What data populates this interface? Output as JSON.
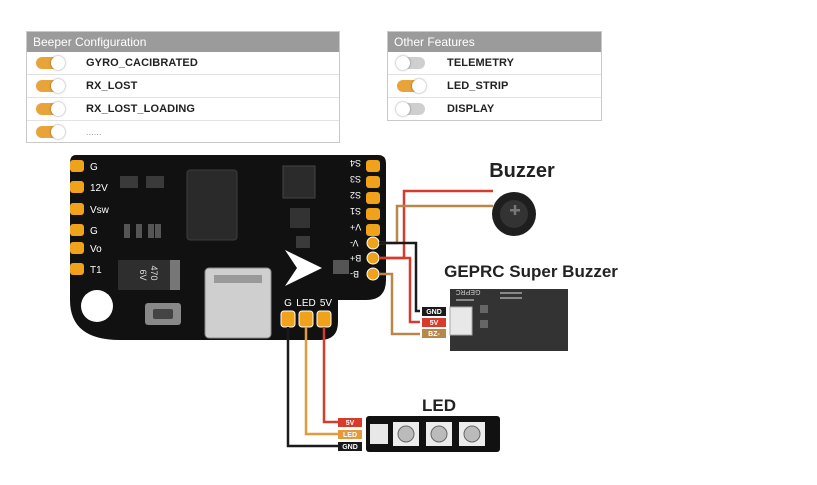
{
  "beeper_panel": {
    "title": "Beeper Configuration",
    "items": [
      {
        "label": "GYRO_CACIBRATED",
        "enabled": true
      },
      {
        "label": "RX_LOST",
        "enabled": true
      },
      {
        "label": "RX_LOST_LOADING",
        "enabled": true
      },
      {
        "label": "......",
        "enabled": true
      }
    ]
  },
  "features_panel": {
    "title": "Other Features",
    "items": [
      {
        "label": "TELEMETRY",
        "enabled": false
      },
      {
        "label": "LED_STRIP",
        "enabled": true
      },
      {
        "label": "DISPLAY",
        "enabled": false
      }
    ]
  },
  "board": {
    "left_pads": [
      "G",
      "12V",
      "Vsw",
      "G",
      "Vo",
      "T1"
    ],
    "right_pads": [
      "S4",
      "S3",
      "S2",
      "S1",
      "V+",
      "V-",
      "B+",
      "B-"
    ],
    "bottom_pads": [
      "G",
      "LED",
      "5V"
    ],
    "capacitor_label": [
      "470",
      "6V"
    ]
  },
  "labels": {
    "buzzer": "Buzzer",
    "super_buzzer": "GEPRC Super Buzzer",
    "led": "LED"
  },
  "super_buzzer_pins": [
    "GND",
    "5V",
    "BZ-"
  ],
  "super_buzzer_silk": "GEPRC",
  "led_pins": [
    "5V",
    "LED",
    "GND"
  ],
  "colors": {
    "board": "#111111",
    "pad": "#f0a21b",
    "wire_red": "#d63b2b",
    "wire_orange": "#e39a3c",
    "wire_black": "#1a1a1a",
    "wire_brown": "#b8874a",
    "toggle_on": "#e8a33a",
    "toggle_off": "#cfcfcf"
  }
}
